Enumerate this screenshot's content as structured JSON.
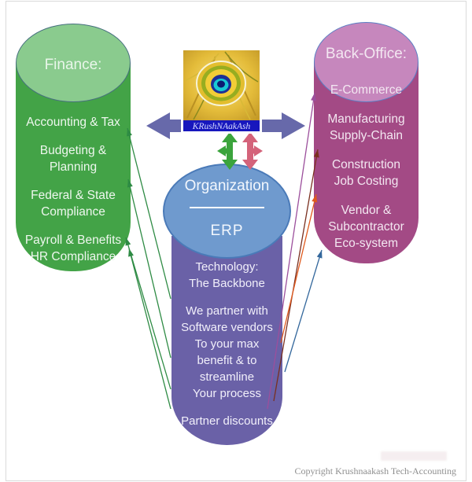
{
  "finance": {
    "title": "Finance:",
    "items": [
      "Accounting & Tax",
      "Budgeting &\nPlanning",
      "Federal & State\nCompliance",
      "Payroll & Benefits\nHR Compliance"
    ]
  },
  "back_office": {
    "title": "Back-Office:",
    "items": [
      "E-Commerce",
      "Manufacturing\nSupply-Chain",
      "Construction\nJob Costing",
      "Vendor &\nSubcontractor\nEco-system"
    ]
  },
  "organization": {
    "title": "Organization",
    "subtitle": "ERP"
  },
  "erp_details": {
    "paragraphs": [
      "Technology:\nThe Backbone",
      "We partner with\nSoftware vendors\nTo your max\nbenefit & to\nstreamline\nYour process",
      "Partner discounts"
    ]
  },
  "logo": {
    "caption": "KRushNAakAsh"
  },
  "footer": {
    "copyright": "Copyright Krushnaakash Tech-Accounting"
  },
  "colors": {
    "finance_body": "#43a347",
    "finance_top": "#8acb8e",
    "back_office_body": "#a34a85",
    "back_office_top": "#c687bd",
    "organization_ellipse": "#6f9ace",
    "erp_cylinder": "#6a61a7",
    "link_arrow": "#6769aa",
    "move_arrow_green": "#3ba43c",
    "move_arrow_rose": "#d4637a",
    "connector_green": "#2e8b44",
    "connector_magenta": "#9c4f9c",
    "connector_maroon": "#7a3020",
    "connector_orange": "#e05a1e",
    "connector_blue": "#33679c"
  }
}
